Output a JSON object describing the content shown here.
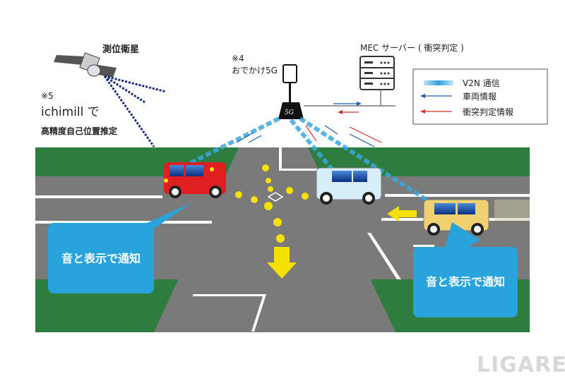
{
  "satellite": {
    "label": "測位衛星"
  },
  "note5": {
    "mark": "※5",
    "line1": "ichimill で",
    "line2": "高精度自己位置推定"
  },
  "station": {
    "mark": "※4",
    "label": "おでかけ5G",
    "badge": "5G"
  },
  "server": {
    "label": "MEC サーバー ( 衝突判定 )"
  },
  "legend": {
    "items": [
      {
        "label": "V2N 通信",
        "color": "#3aa8e0"
      },
      {
        "label": "車両情報",
        "color": "#1f5fb0"
      },
      {
        "label": "衝突判定情報",
        "color": "#d03030"
      }
    ]
  },
  "bubbles": [
    {
      "text": "音と表示で通知"
    },
    {
      "text": "音と表示で通知"
    }
  ],
  "watermark": "LIGARE",
  "colors": {
    "grass": "#2e7d3e",
    "road": "#7a7a7a",
    "bubble": "#29a3dc",
    "arrow": "#f5e000"
  }
}
